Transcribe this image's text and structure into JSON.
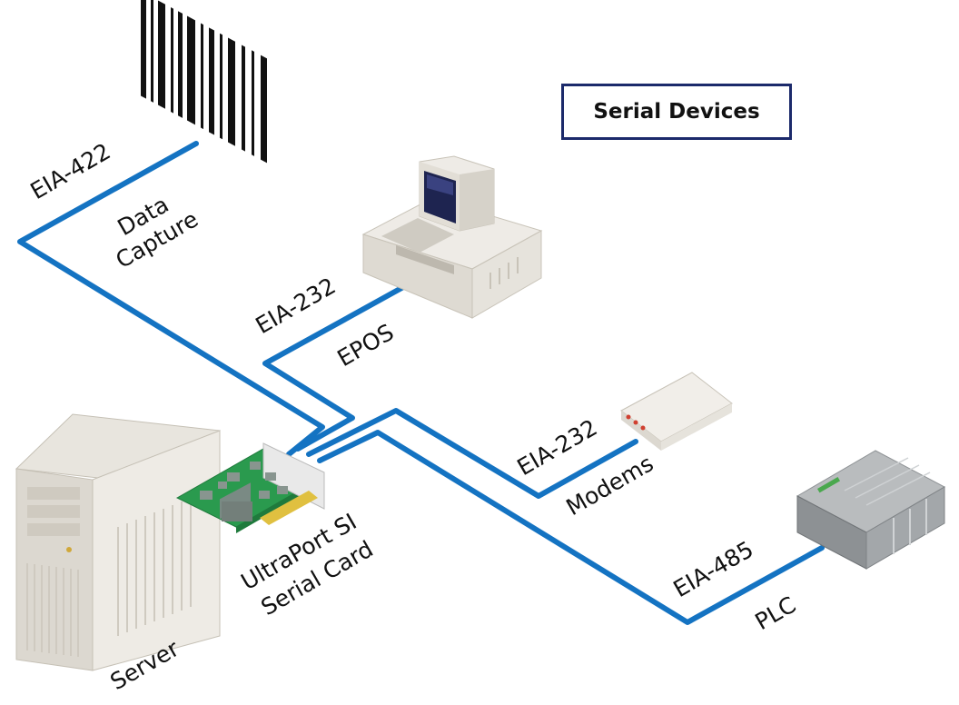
{
  "title": "Serial Devices",
  "colors": {
    "cable": "#1473c2",
    "frame": "#1c2a6b",
    "pcb": "#2a9a4e"
  },
  "labels": {
    "eia_422": "EIA-422",
    "data_capture_line1": "Data",
    "data_capture_line2": "Capture",
    "eia_232_epos": "EIA-232",
    "epos": "EPOS",
    "eia_232_modems": "EIA-232",
    "modems": "Modems",
    "eia_485": "EIA-485",
    "plc": "PLC",
    "card_line1": "UltraPort SI",
    "card_line2": "Serial Card",
    "server": "Server"
  }
}
